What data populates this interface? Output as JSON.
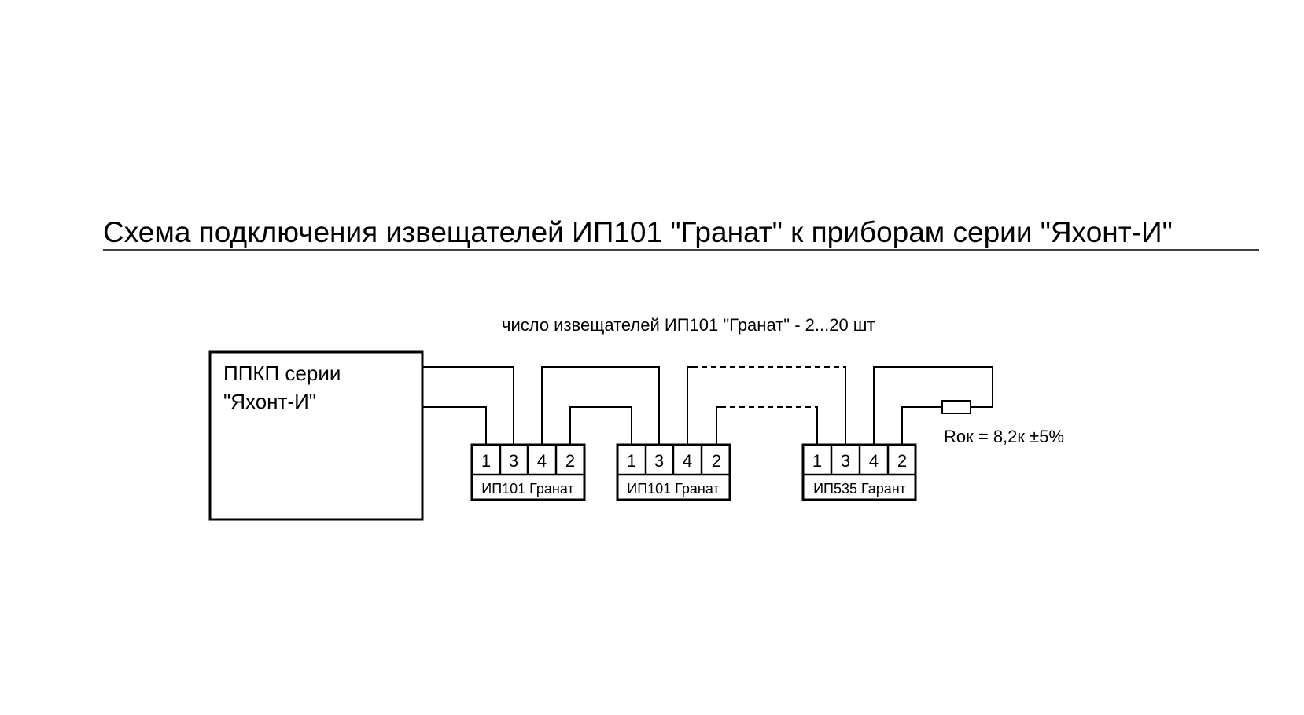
{
  "title": "Схема подключения извещателей ИП101 \"Гранат\" к приборам серии \"Яхонт-И\"",
  "subtitle": "число извещателей ИП101 \"Гранат\" - 2...20 шт",
  "panel": {
    "line1": "ППКП серии",
    "line2": "\"Яхонт-И\""
  },
  "devices": [
    {
      "name": "ИП101 Гранат",
      "terminals": [
        "1",
        "3",
        "4",
        "2"
      ]
    },
    {
      "name": "ИП101 Гранат",
      "terminals": [
        "1",
        "3",
        "4",
        "2"
      ]
    },
    {
      "name": "ИП535 Гарант",
      "terminals": [
        "1",
        "3",
        "4",
        "2"
      ]
    }
  ],
  "resistor": {
    "label": "Rок = 8,2к ±5%"
  }
}
